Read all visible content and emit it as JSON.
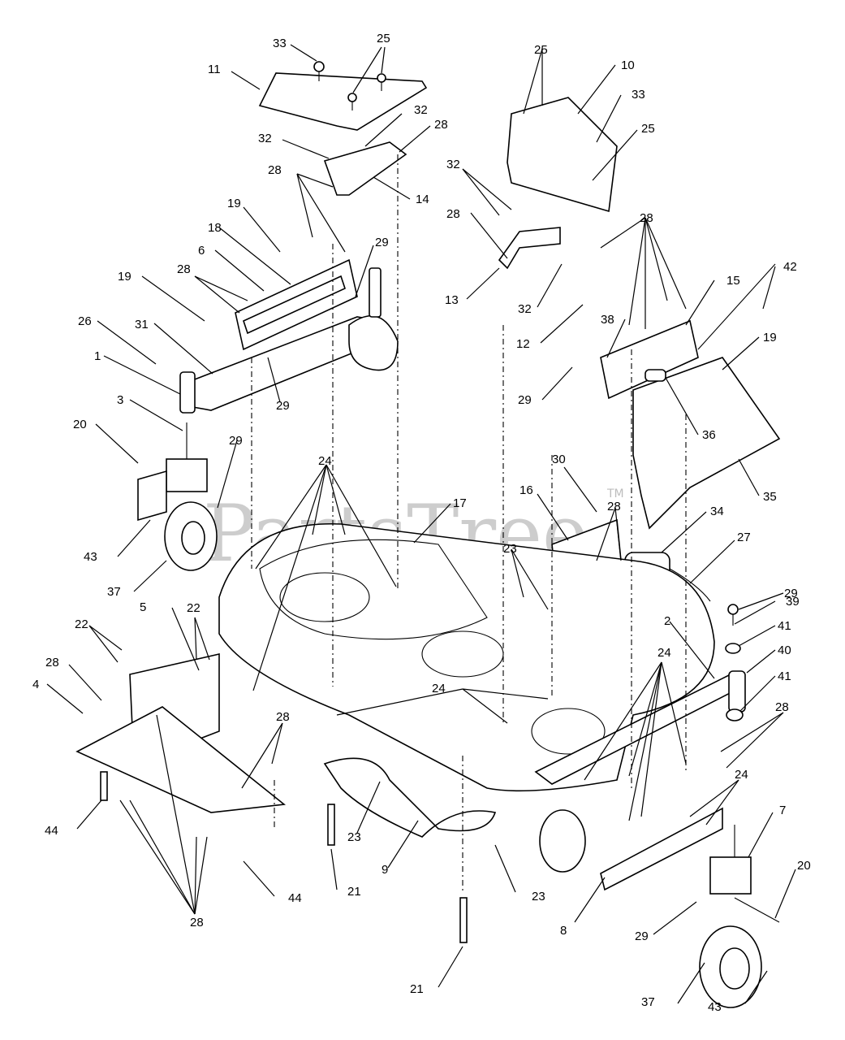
{
  "watermark": {
    "text": "PartsTree",
    "tm": "TM"
  },
  "labels": {
    "l33a": "33",
    "l25a": "25",
    "l11": "11",
    "l32a": "32",
    "l28a": "28",
    "l32b": "32",
    "l28b": "28",
    "l14": "14",
    "l19a": "19",
    "l18": "18",
    "l6": "6",
    "l28c": "28",
    "l29a": "29",
    "l19b": "19",
    "l26": "26",
    "l31": "31",
    "l1": "1",
    "l29b": "29",
    "l3": "3",
    "l20a": "20",
    "l29c": "29",
    "l43a": "43",
    "l37a": "37",
    "l25b": "25",
    "l10": "10",
    "l33b": "33",
    "l25c": "25",
    "l32c": "32",
    "l28d": "28",
    "l28e": "28",
    "l13": "13",
    "l32d": "32",
    "l12": "12",
    "l15": "15",
    "l42": "42",
    "l38": "38",
    "l19c": "19",
    "l29d": "29",
    "l36": "36",
    "l35": "35",
    "l24a": "24",
    "l17": "17",
    "l30": "30",
    "l16": "16",
    "l28f": "28",
    "l23a": "23",
    "l34": "34",
    "l27": "27",
    "l29e": "29",
    "l39": "39",
    "l2": "2",
    "l41a": "41",
    "l40": "40",
    "l41b": "41",
    "l22a": "22",
    "l5": "5",
    "l22b": "22",
    "l28g": "28",
    "l4": "4",
    "l24b": "24",
    "l24c": "24",
    "l28h": "28",
    "l28i": "28",
    "l24d": "24",
    "l7": "7",
    "l44a": "44",
    "l23b": "23",
    "l9": "9",
    "l23c": "23",
    "l21a": "21",
    "l44b": "44",
    "l28j": "28",
    "l8": "8",
    "l29f": "29",
    "l20b": "20",
    "l21b": "21",
    "l37b": "37",
    "l43b": "43"
  }
}
